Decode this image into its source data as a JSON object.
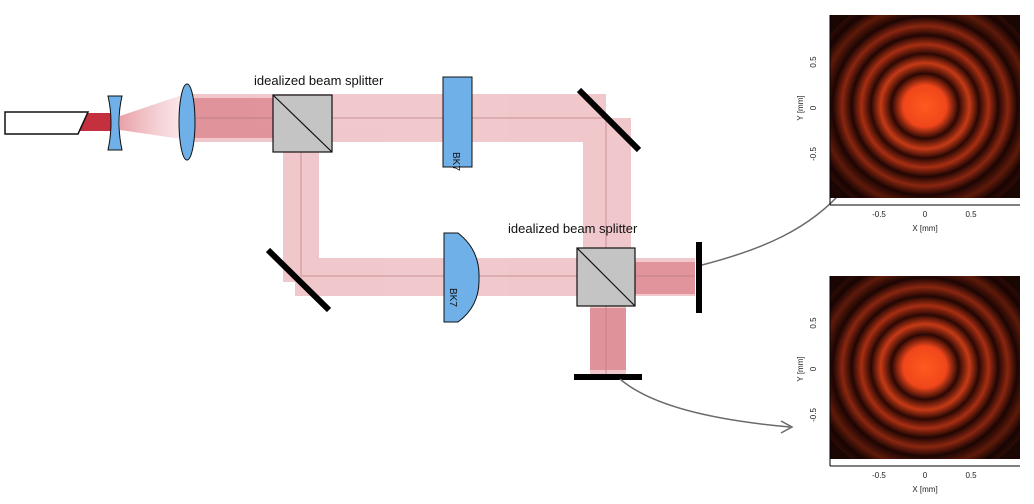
{
  "labels": {
    "splitter_top": "idealized beam splitter",
    "splitter_bottom": "idealized beam splitter",
    "glass_plate": "BK7",
    "glass_lens": "BK7"
  },
  "plots": [
    {
      "id": "top",
      "xlabel": "X [mm]",
      "ylabel": "Y [mm]",
      "xticks": [
        "-0.5",
        "0",
        "0.5"
      ],
      "yticks": [
        "0.5",
        "0",
        "-0.5"
      ]
    },
    {
      "id": "bottom",
      "xlabel": "X [mm]",
      "ylabel": "Y [mm]",
      "xticks": [
        "-0.5",
        "0",
        "0.5"
      ],
      "yticks": [
        "0.5",
        "0",
        "-0.5"
      ]
    }
  ],
  "colors": {
    "beam": "#e8a8ae",
    "beam_core": "#c4303e",
    "optic_blue": "#6fb0e8",
    "splitter_gray": "#c4c4c4",
    "mirror": "#000000",
    "ring_color": "#ff4a18"
  }
}
